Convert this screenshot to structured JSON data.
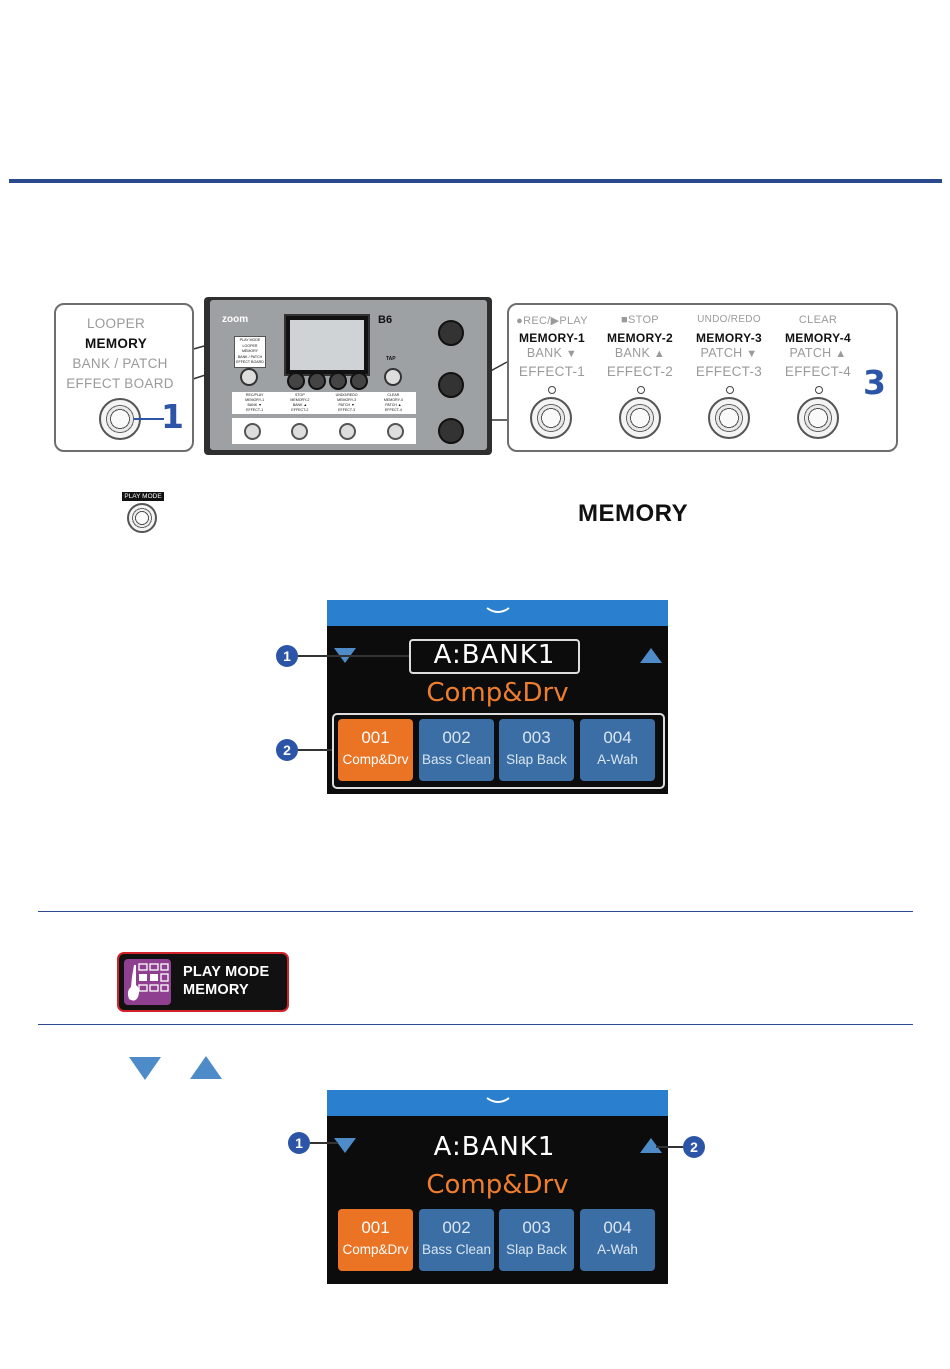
{
  "section1": {
    "left_box": {
      "modes": [
        {
          "label": "LOOPER",
          "active": false
        },
        {
          "label": "MEMORY",
          "active": true
        },
        {
          "label": "BANK / PATCH",
          "active": false
        },
        {
          "label": "EFFECT BOARD",
          "active": false
        }
      ],
      "step": "1"
    },
    "right_box": {
      "step": "3",
      "columns": [
        {
          "top": "●REC/▶PLAY",
          "mem": "MEMORY-1",
          "nav": "BANK",
          "nav_dir": "down",
          "fx": "EFFECT-1"
        },
        {
          "top": "■STOP",
          "mem": "MEMORY-2",
          "nav": "BANK",
          "nav_dir": "up",
          "fx": "EFFECT-2"
        },
        {
          "top": "UNDO/REDO",
          "mem": "MEMORY-3",
          "nav": "PATCH",
          "nav_dir": "down",
          "fx": "EFFECT-3"
        },
        {
          "top": "CLEAR",
          "mem": "MEMORY-4",
          "nav": "PATCH",
          "nav_dir": "up",
          "fx": "EFFECT-4"
        }
      ]
    },
    "device": {
      "model": "B6",
      "brand": "zoom",
      "tap": "TAP",
      "mini_modes": [
        "PLAY MODE",
        "LOOPER",
        "MEMORY",
        "BANK / PATCH",
        "EFFECT BOARD"
      ],
      "mini_cols": [
        [
          "REC/PLAY",
          "MEMORY-1",
          "BANK ▼",
          "EFFECT-1"
        ],
        [
          "STOP",
          "MEMORY-2",
          "BANK ▲",
          "EFFECT-2"
        ],
        [
          "UNDO/REDO",
          "MEMORY-3",
          "PATCH ▼",
          "EFFECT-3"
        ],
        [
          "CLEAR",
          "MEMORY-4",
          "PATCH ▲",
          "EFFECT-4"
        ]
      ]
    }
  },
  "play_mode_button": {
    "label": "PLAY MODE"
  },
  "memory_heading": "MEMORY",
  "screen1": {
    "bank": "A:BANK1",
    "patch_name": "Comp&Drv",
    "callouts": [
      "1",
      "2"
    ],
    "patches": [
      {
        "num": "001",
        "name": "Comp&Drv",
        "selected": true
      },
      {
        "num": "002",
        "name": "Bass Clean",
        "selected": false
      },
      {
        "num": "003",
        "name": "Slap Back",
        "selected": false
      },
      {
        "num": "004",
        "name": "A-Wah",
        "selected": false
      }
    ]
  },
  "play_mode_icon": {
    "line1": "PLAY MODE",
    "line2": "MEMORY"
  },
  "screen2": {
    "bank": "A:BANK1",
    "patch_name": "Comp&Drv",
    "callouts": [
      "1",
      "2"
    ],
    "patches": [
      {
        "num": "001",
        "name": "Comp&Drv",
        "selected": true
      },
      {
        "num": "002",
        "name": "Bass Clean",
        "selected": false
      },
      {
        "num": "003",
        "name": "Slap Back",
        "selected": false
      },
      {
        "num": "004",
        "name": "A-Wah",
        "selected": false
      }
    ]
  },
  "colors": {
    "accent_blue": "#2b4a8e",
    "callout_blue": "#2c55a8",
    "screen_bar": "#2a7fce",
    "patch_selected": "#ea7424",
    "patch_normal": "#3b6ea5",
    "patch_name": "#ef7d2e"
  }
}
